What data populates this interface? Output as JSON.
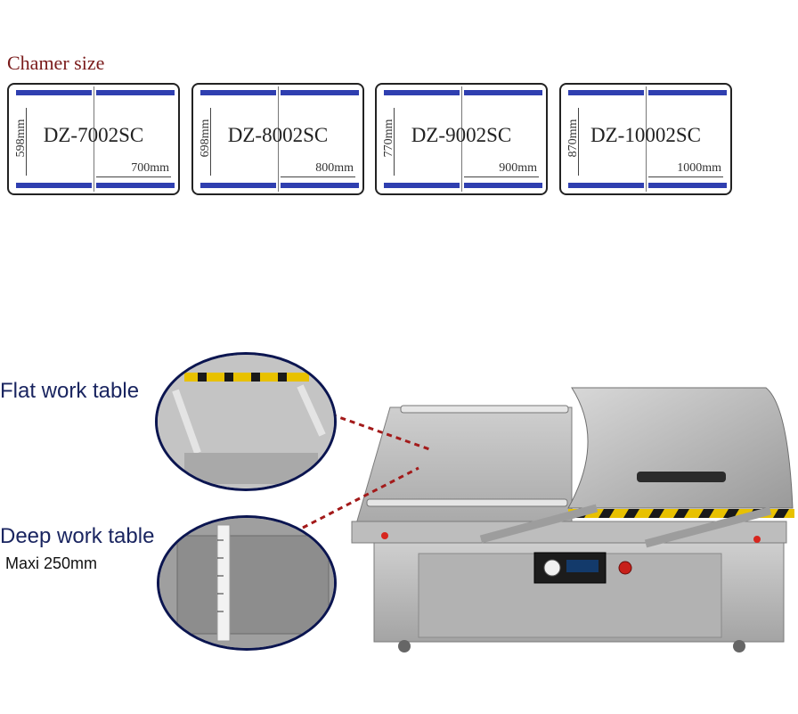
{
  "heading": "Chamer size",
  "chambers": [
    {
      "model": "DZ-7002SC",
      "depth": "598mm",
      "width": "700mm"
    },
    {
      "model": "DZ-8002SC",
      "depth": "698mm",
      "width": "800mm"
    },
    {
      "model": "DZ-9002SC",
      "depth": "770mm",
      "width": "900mm"
    },
    {
      "model": "DZ-10002SC",
      "depth": "870mm",
      "width": "1000mm"
    }
  ],
  "callouts": {
    "flat": "Flat work table",
    "deep": "Deep work table",
    "deep_note": "Maxi 250mm"
  },
  "colors": {
    "heading": "#7a1b1b",
    "sealbar": "#2f3fb0",
    "callout_text": "#1a2560",
    "leader": "#a31a1a",
    "steel": "#b8b8b8"
  }
}
